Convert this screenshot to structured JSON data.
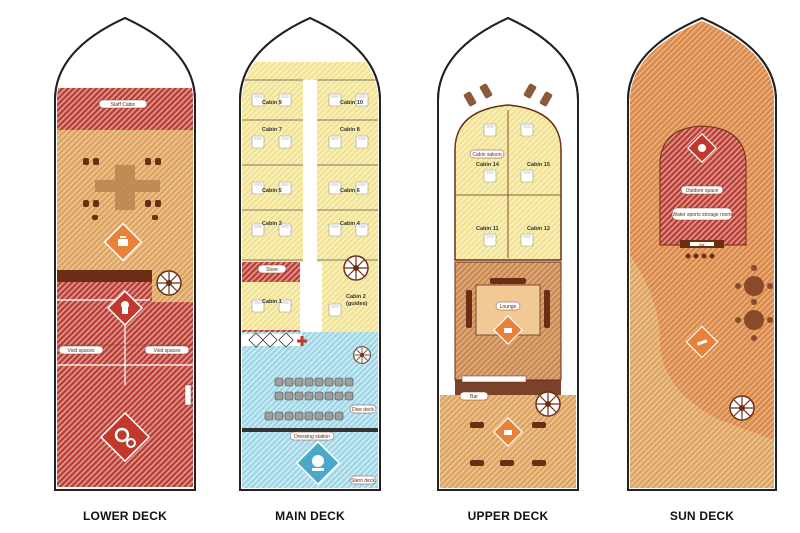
{
  "decks": [
    {
      "title": "LOWER DECK",
      "labels": {
        "staff": "Staff Cabin",
        "void1": "Void spaces",
        "void2": "Void spaces"
      }
    },
    {
      "title": "MAIN DECK",
      "labels": {
        "cabin9": "Cabin 9",
        "cabin10": "Cabin 10",
        "cabin7": "Cabin 7",
        "cabin8": "Cabin 8",
        "cabin5": "Cabin 5",
        "cabin6": "Cabin 6",
        "cabin3": "Cabin 3",
        "cabin4": "Cabin 4",
        "cabin1": "Cabin 1",
        "cabin2": "Cabin 2",
        "cabin2sub": "(guides)",
        "store": "Store",
        "dive": "Dive deck",
        "rinse": "Dressing station",
        "stern": "Stern deck"
      }
    },
    {
      "title": "UPPER DECK",
      "labels": {
        "saloon": "Cabin saloon",
        "cabin14": "Cabin 14",
        "cabin15": "Cabin 15",
        "cabin11": "Cabin 11",
        "cabin12": "Cabin 12",
        "lounge": "Lounge",
        "bar": "Bar"
      }
    },
    {
      "title": "SUN DECK",
      "labels": {
        "outdoor": "Outdoor space",
        "water": "Water sports storage room",
        "bar": "Bar"
      }
    }
  ],
  "colors": {
    "red": "#c0392b",
    "tan": "#e0a567",
    "yellow": "#f4e79a",
    "blue": "#9fd8e8",
    "brown": "#6b2e14",
    "orange": "#e8823a"
  }
}
